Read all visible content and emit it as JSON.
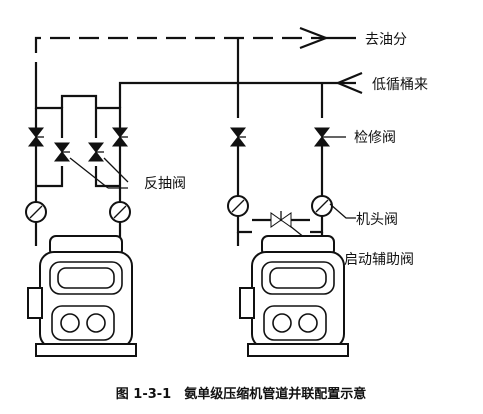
{
  "labels": {
    "to_oil_separator": "去油分",
    "from_low_circ_barrel": "低循桶来",
    "check_valve": "检修阀",
    "back_suction_valve": "反抽阀",
    "machine_head_valve": "机头阀",
    "start_aux_valve": "启动辅助阀"
  },
  "caption": "图 1-3-1　氨单级压缩机管道并联配置示意",
  "colors": {
    "line": "#111111",
    "background": "#ffffff"
  }
}
